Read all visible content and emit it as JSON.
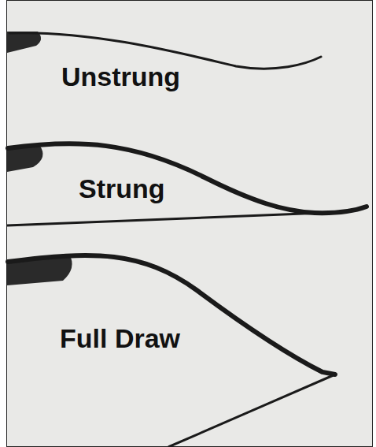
{
  "diagram": {
    "labels": [
      "Unstrung",
      "Strung",
      "Full Draw"
    ]
  }
}
